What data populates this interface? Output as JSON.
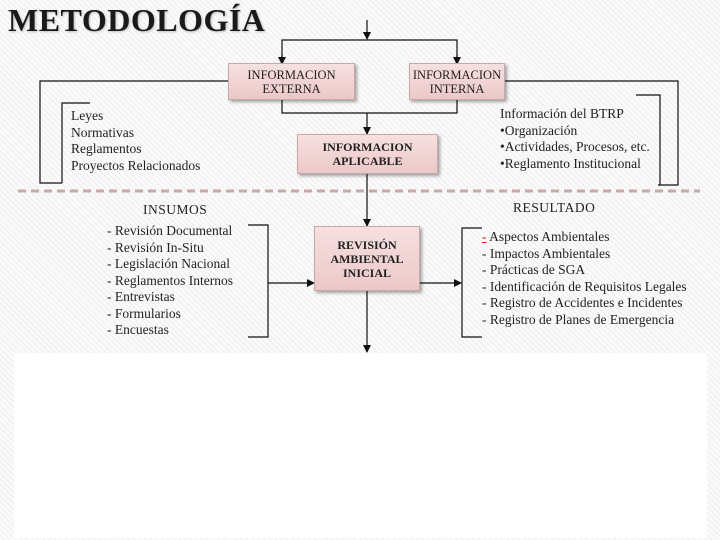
{
  "title": "METODOLOGÍA",
  "boxes": {
    "externa": "INFORMACION\nEXTERNA",
    "interna": "INFORMACION\nINTERNA",
    "aplicable": "INFORMACION\nAPLICABLE",
    "revision": "REVISIÓN\nAMBIENTAL\nINICIAL"
  },
  "externa_items": [
    "Leyes",
    "Normativas",
    "Reglamentos",
    "Proyectos Relacionados"
  ],
  "interna_title": "Información del BTRP",
  "interna_items": [
    "•Organización",
    "•Actividades, Procesos, etc.",
    "•Reglamento Institucional"
  ],
  "insumos": {
    "heading": "INSUMOS",
    "items": [
      "- Revisión Documental",
      "- Revisión In-Situ",
      "- Legislación Nacional",
      "- Reglamentos Internos",
      "- Entrevistas",
      "- Formularios",
      "- Encuestas"
    ]
  },
  "resultado": {
    "heading": "RESULTADO",
    "first_dash": "-",
    "first_text": " Aspectos Ambientales",
    "items": [
      "- Impactos Ambientales",
      "- Prácticas de SGA",
      "- Identificación de Requisitos Legales",
      "- Registro de Accidentes e Incidentes",
      "- Registro de Planes de Emergencia"
    ]
  },
  "colors": {
    "box_fill": "#f0d4d4",
    "divider": "#c8a8a8",
    "accent_dash": "#c01818"
  }
}
